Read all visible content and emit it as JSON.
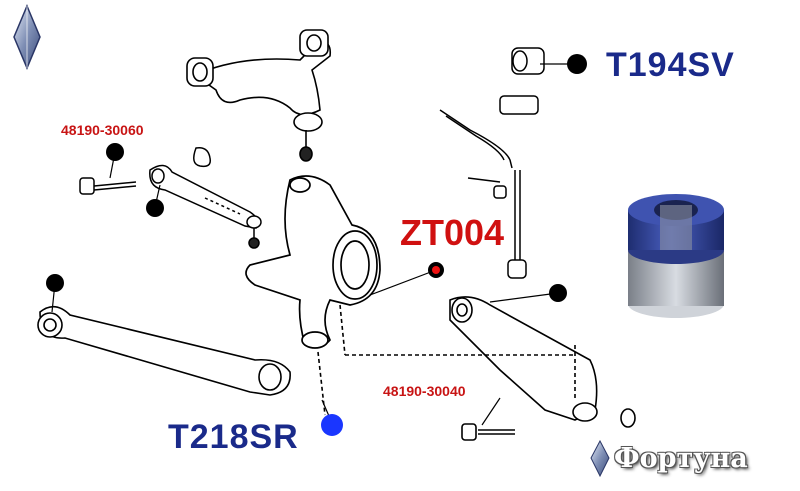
{
  "labels": {
    "t194sv": "T194SV",
    "zt004": "ZT004",
    "t218sr": "T218SR",
    "part_upper": "48190-30060",
    "part_lower": "48190-30040"
  },
  "brand": {
    "name": "Фортуна"
  },
  "colors": {
    "navy": "#1a2a8a",
    "red": "#d01010",
    "marker_black": "#000000",
    "marker_blue": "#1a36ff",
    "marker_red": "#ee1111",
    "bushing_blue": "#3c4fa8",
    "bushing_metal": "#9aa0a8"
  }
}
